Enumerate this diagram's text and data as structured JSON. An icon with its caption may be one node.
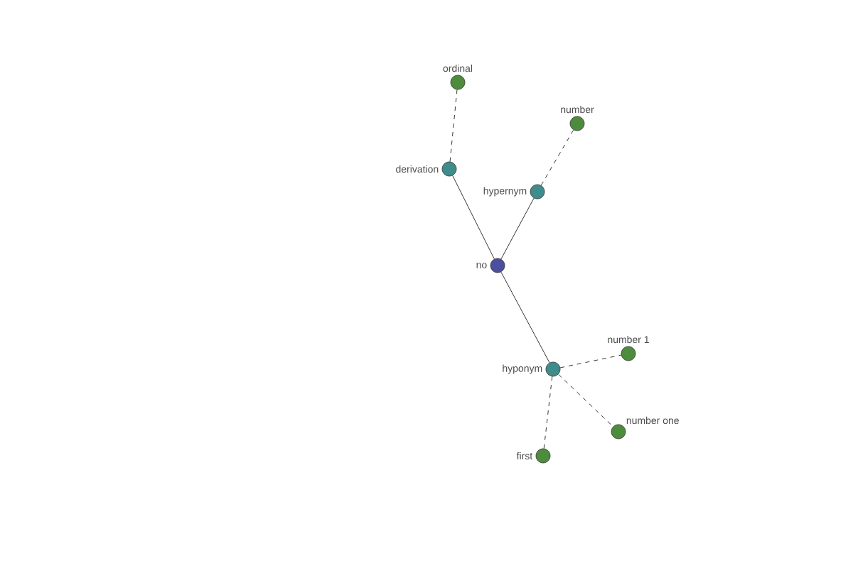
{
  "diagram": {
    "nodes": [
      {
        "text": [
          "ordinal"
        ]
      },
      {
        "text": [
          "number"
        ]
      },
      {
        "text": [
          "derivation"
        ]
      },
      {
        "text": [
          "hypernym"
        ]
      },
      {
        "text": [
          "no"
        ]
      },
      {
        "text": [
          "hyponym"
        ]
      },
      {
        "text": [
          "number 1"
        ]
      },
      {
        "text": [
          "number one"
        ]
      },
      {
        "text": [
          "first"
        ]
      }
    ],
    "edges": [
      {
        "from": 4,
        "to": 2,
        "arrow": "none"
      },
      {
        "from": 4,
        "to": 3,
        "arrow": "none"
      },
      {
        "from": 4,
        "to": 5,
        "arrow": "none"
      },
      {
        "from": 2,
        "to": 0,
        "arrow": "none",
        "style": "dashed"
      },
      {
        "from": 3,
        "to": 1,
        "arrow": "none",
        "style": "dashed"
      },
      {
        "from": 5,
        "to": 6,
        "arrow": "none",
        "style": "dashed"
      },
      {
        "from": 5,
        "to": 7,
        "arrow": "none",
        "style": "dashed"
      },
      {
        "from": 5,
        "to": 8,
        "arrow": "none",
        "style": "dashed"
      }
    ]
  }
}
